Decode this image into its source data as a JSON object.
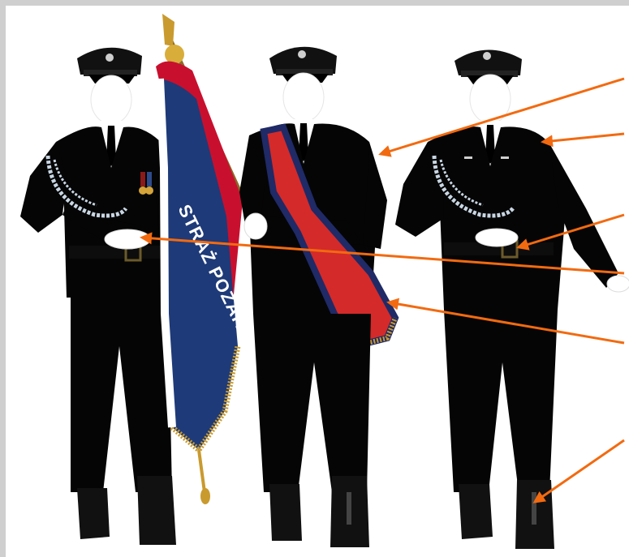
{
  "flag": {
    "banner_text": "STRAŻ POŻARNA"
  },
  "colors": {
    "frame": "#cfcfcf",
    "uniform": "#050505",
    "arrow": "#f26a10",
    "sash_red": "#d42a2a",
    "sash_navy": "#1f2a66",
    "flag_blue": "#1e3a78",
    "flag_red": "#c8102e",
    "fringe_gold": "#c99a2e",
    "aiguillette": "#c9d6e3"
  },
  "figures": [
    {
      "role": "left-guard",
      "insignia": "aiguillette"
    },
    {
      "role": "standard-bearer",
      "insignia": "sash"
    },
    {
      "role": "right-guard",
      "insignia": "aiguillette"
    }
  ],
  "callouts": [
    {
      "target": "sleeve"
    },
    {
      "target": "shoulder-insignia"
    },
    {
      "target": "belt"
    },
    {
      "target": "white-gloves"
    },
    {
      "target": "sash"
    },
    {
      "target": "boots"
    }
  ]
}
